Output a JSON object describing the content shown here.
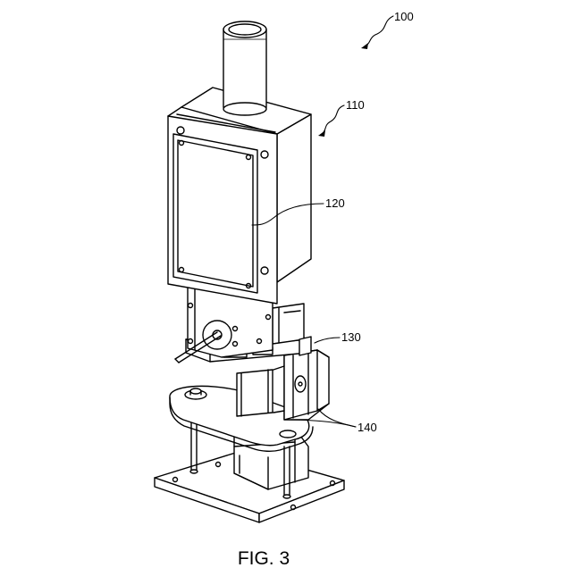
{
  "figure": {
    "caption": "FIG. 3",
    "labels": {
      "assembly": "100",
      "housing": "110",
      "panel": "120",
      "bracket": "130",
      "motors": "140"
    }
  }
}
